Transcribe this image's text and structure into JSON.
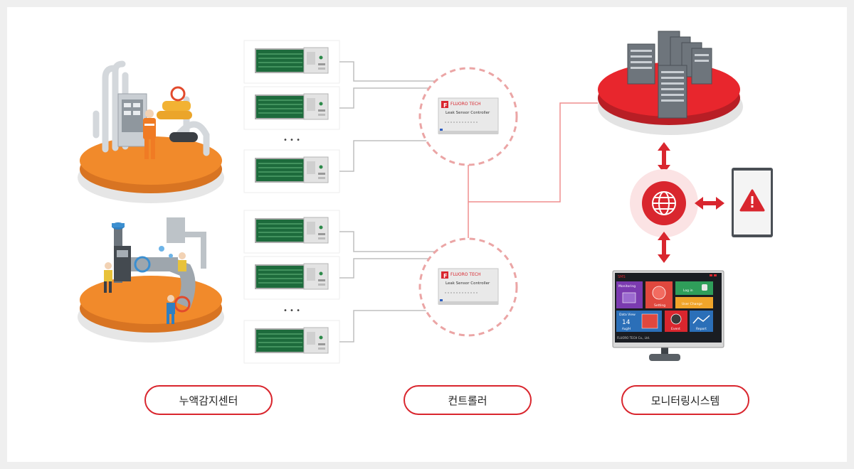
{
  "labels": {
    "leak_center": "누액감지센터",
    "controller": "컨트롤러",
    "monitoring": "모니터링시스템"
  },
  "ellipsis": "• • •",
  "controller_device": {
    "brand": "FLUORO TECH",
    "model": "Leak Sensor Controller"
  },
  "monitor": {
    "app_name": "SMS",
    "tiles": {
      "monitoring": "Monitoring",
      "login": "Log in",
      "setting": "Setting",
      "user_change": "User Change",
      "data_view": "Data View",
      "data_number": "14",
      "data_unit": "Aug/H",
      "event": "Event",
      "report": "Report"
    },
    "footer": "FLUORO TECH Co., Ltd."
  },
  "colors": {
    "accent_red": "#d9262e",
    "platform_orange": "#f18a2b",
    "sensor_green": "#1d6b3c",
    "connector_gray": "#bfbfbf",
    "dashed_circle": "#eba5a5"
  },
  "icons": {
    "globe": "globe-icon",
    "alert": "warning-icon",
    "arrows": "double-arrow-icon"
  }
}
